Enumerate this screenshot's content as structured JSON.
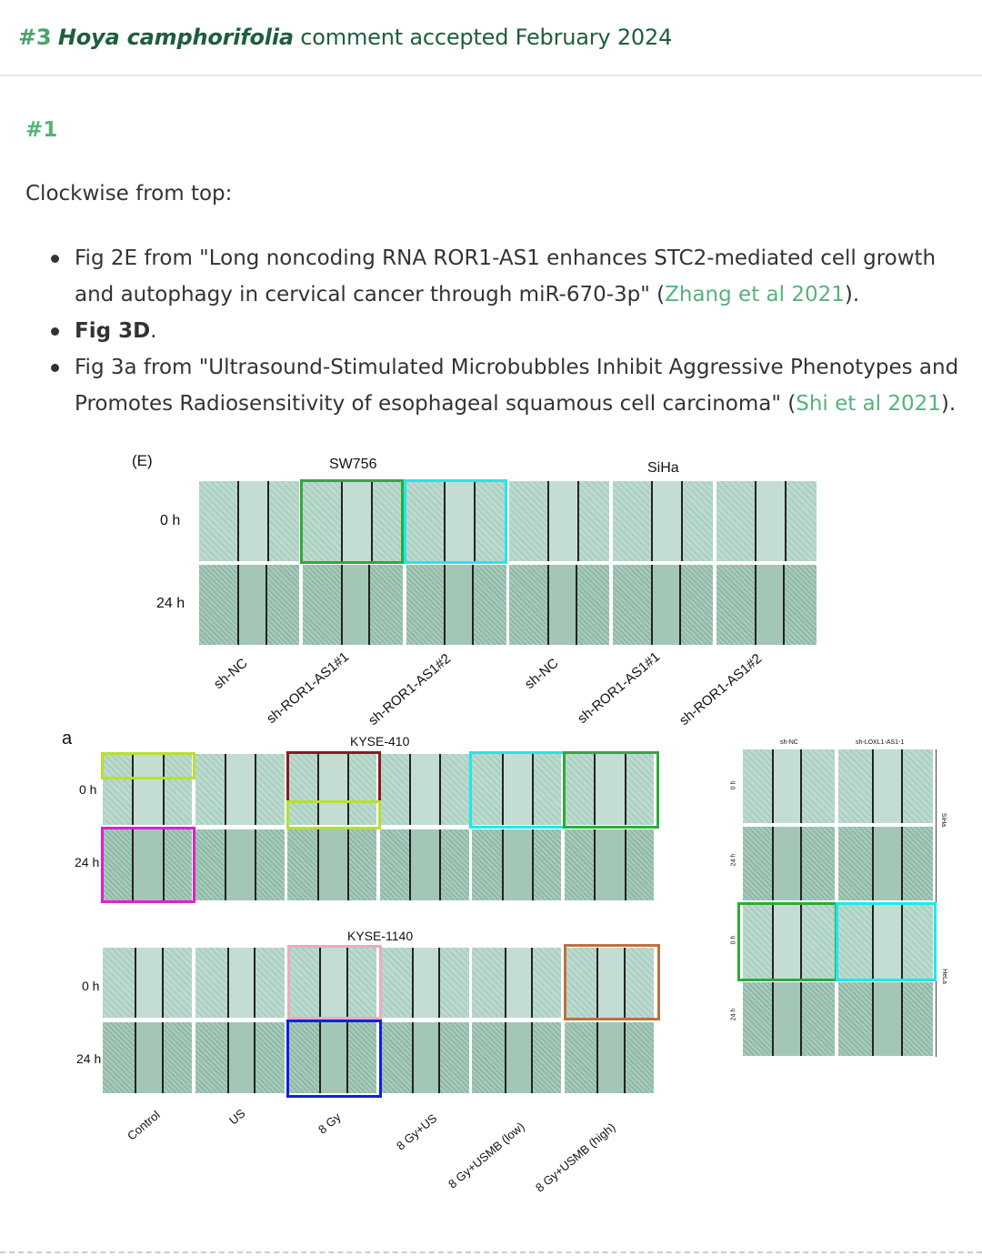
{
  "header": {
    "num": "#3",
    "species": "Hoya camphorifolia",
    "text": " comment accepted February 2024"
  },
  "comment_num": "#1",
  "intro": "Clockwise from top:",
  "items": [
    {
      "pre": "Fig 2E from \"Long noncoding RNA ROR1-AS1 enhances STC2-mediated cell growth and autophagy in cervical cancer through miR-670-3p\" (",
      "link": "Zhang et al 2021",
      "post": ")."
    },
    {
      "bold": "Fig 3D",
      "post": "."
    },
    {
      "pre": "Fig 3a from \"Ultrasound-Stimulated Microbubbles Inhibit Aggressive Phenotypes and Promotes Radiosensitivity of esophageal squamous cell carcinoma\" (",
      "link": "Shi et al 2021",
      "post": ")."
    }
  ],
  "figE": {
    "panel_label": "(E)",
    "group1": "SW756",
    "group2": "SiHa",
    "row0": "0 h",
    "row1": "24 h",
    "cols": [
      "sh-NC",
      "sh-ROR1-AS1#1",
      "sh-ROR1-AS1#2",
      "sh-NC",
      "sh-ROR1-AS1#1",
      "sh-ROR1-AS1#2"
    ]
  },
  "figA": {
    "panel_label": "a",
    "group1": "KYSE-410",
    "group2": "KYSE-1140",
    "row0": "0 h",
    "row1": "24 h",
    "cols": [
      "Control",
      "US",
      "8 Gy",
      "8 Gy+US",
      "8 Gy+USMB (low)",
      "8 Gy+USMB (high)"
    ]
  },
  "figD": {
    "col1": "sh-NC",
    "col2": "sh-LOXL1-AS1-1",
    "rows": [
      "0 h",
      "24 h",
      "0 h",
      "24 h"
    ],
    "side1": "SiHa",
    "side2": "HeLa"
  },
  "colors": {
    "green_dark": "#1e5e3c",
    "green_link": "#55b37a",
    "box_green": "#2eaa3a",
    "box_cyan": "#1ee8ee",
    "box_lime": "#b8e030",
    "box_maroon": "#8a1a22",
    "box_magenta": "#e020d0",
    "box_pink": "#f0a8c0",
    "box_blue": "#1020e0",
    "box_brown": "#c07040"
  }
}
